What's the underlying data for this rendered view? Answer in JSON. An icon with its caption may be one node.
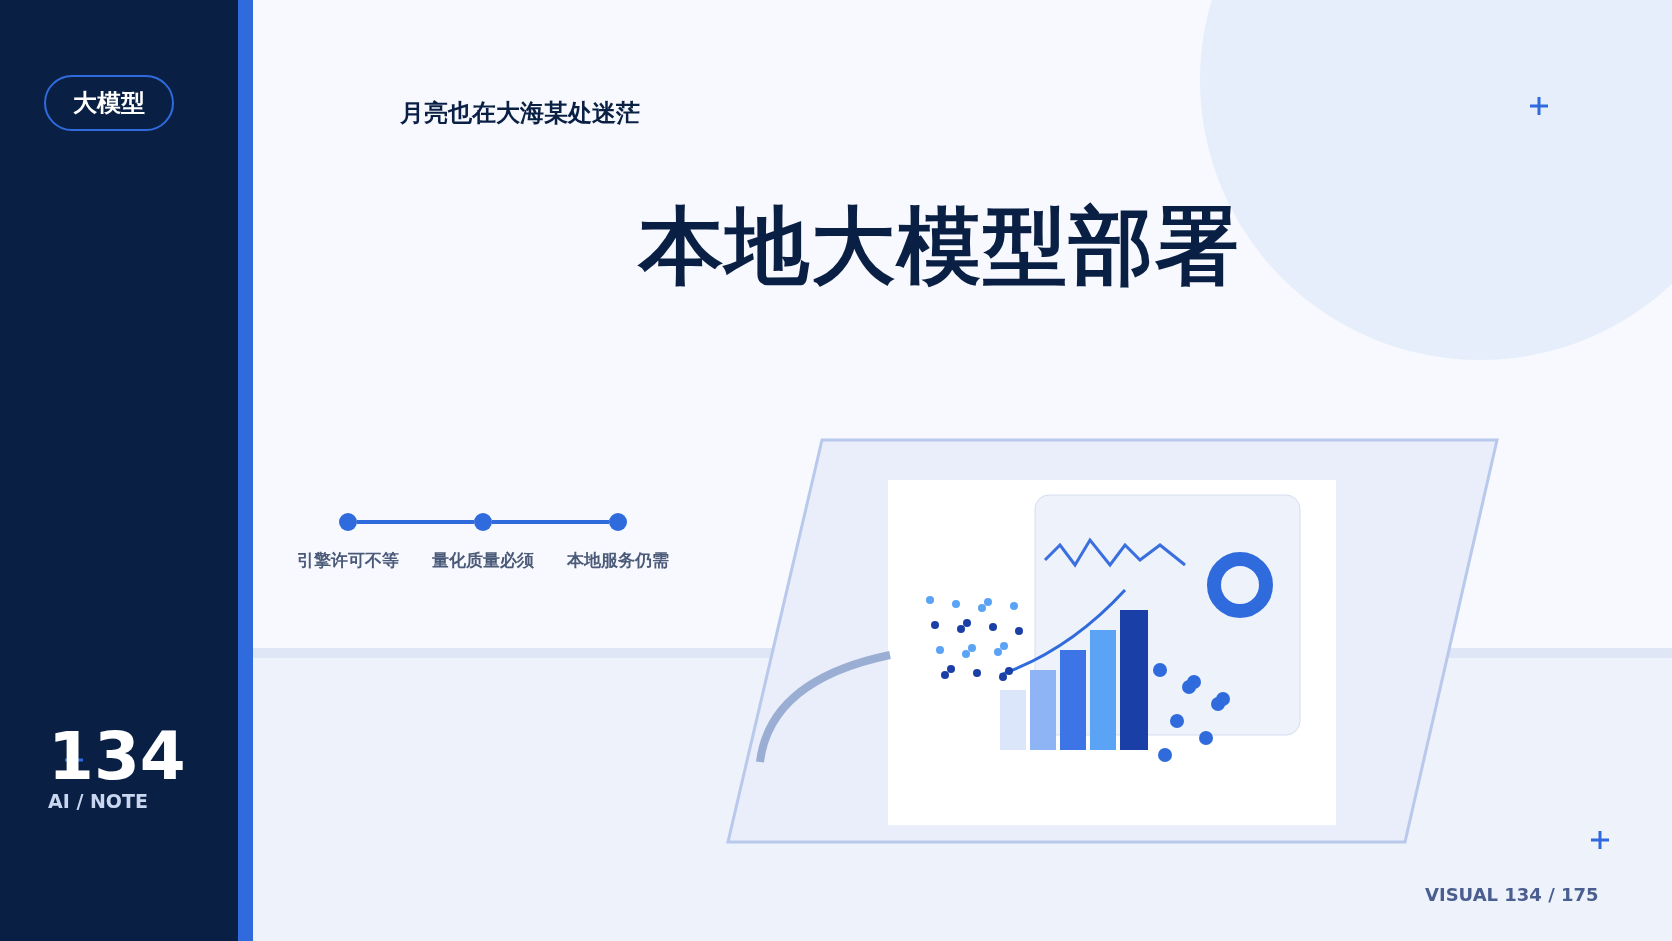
{
  "diagram": {
    "title": "本地大模型部署",
    "nodes": [
      {
        "text": [
          "大模型"
        ]
      },
      {
        "text": [
          "引擎许可不等"
        ]
      },
      {
        "text": [
          "量化质量必须"
        ]
      },
      {
        "text": [
          "本地服务仍需"
        ]
      }
    ],
    "edges": [
      {
        "from": 1,
        "to": 2,
        "arrow": "none"
      },
      {
        "from": 2,
        "to": 3,
        "arrow": "none"
      }
    ],
    "labels": [
      "月亮也在大海某处迷茫",
      "134",
      "AI / NOTE",
      "VISUAL 134 / 175"
    ]
  }
}
